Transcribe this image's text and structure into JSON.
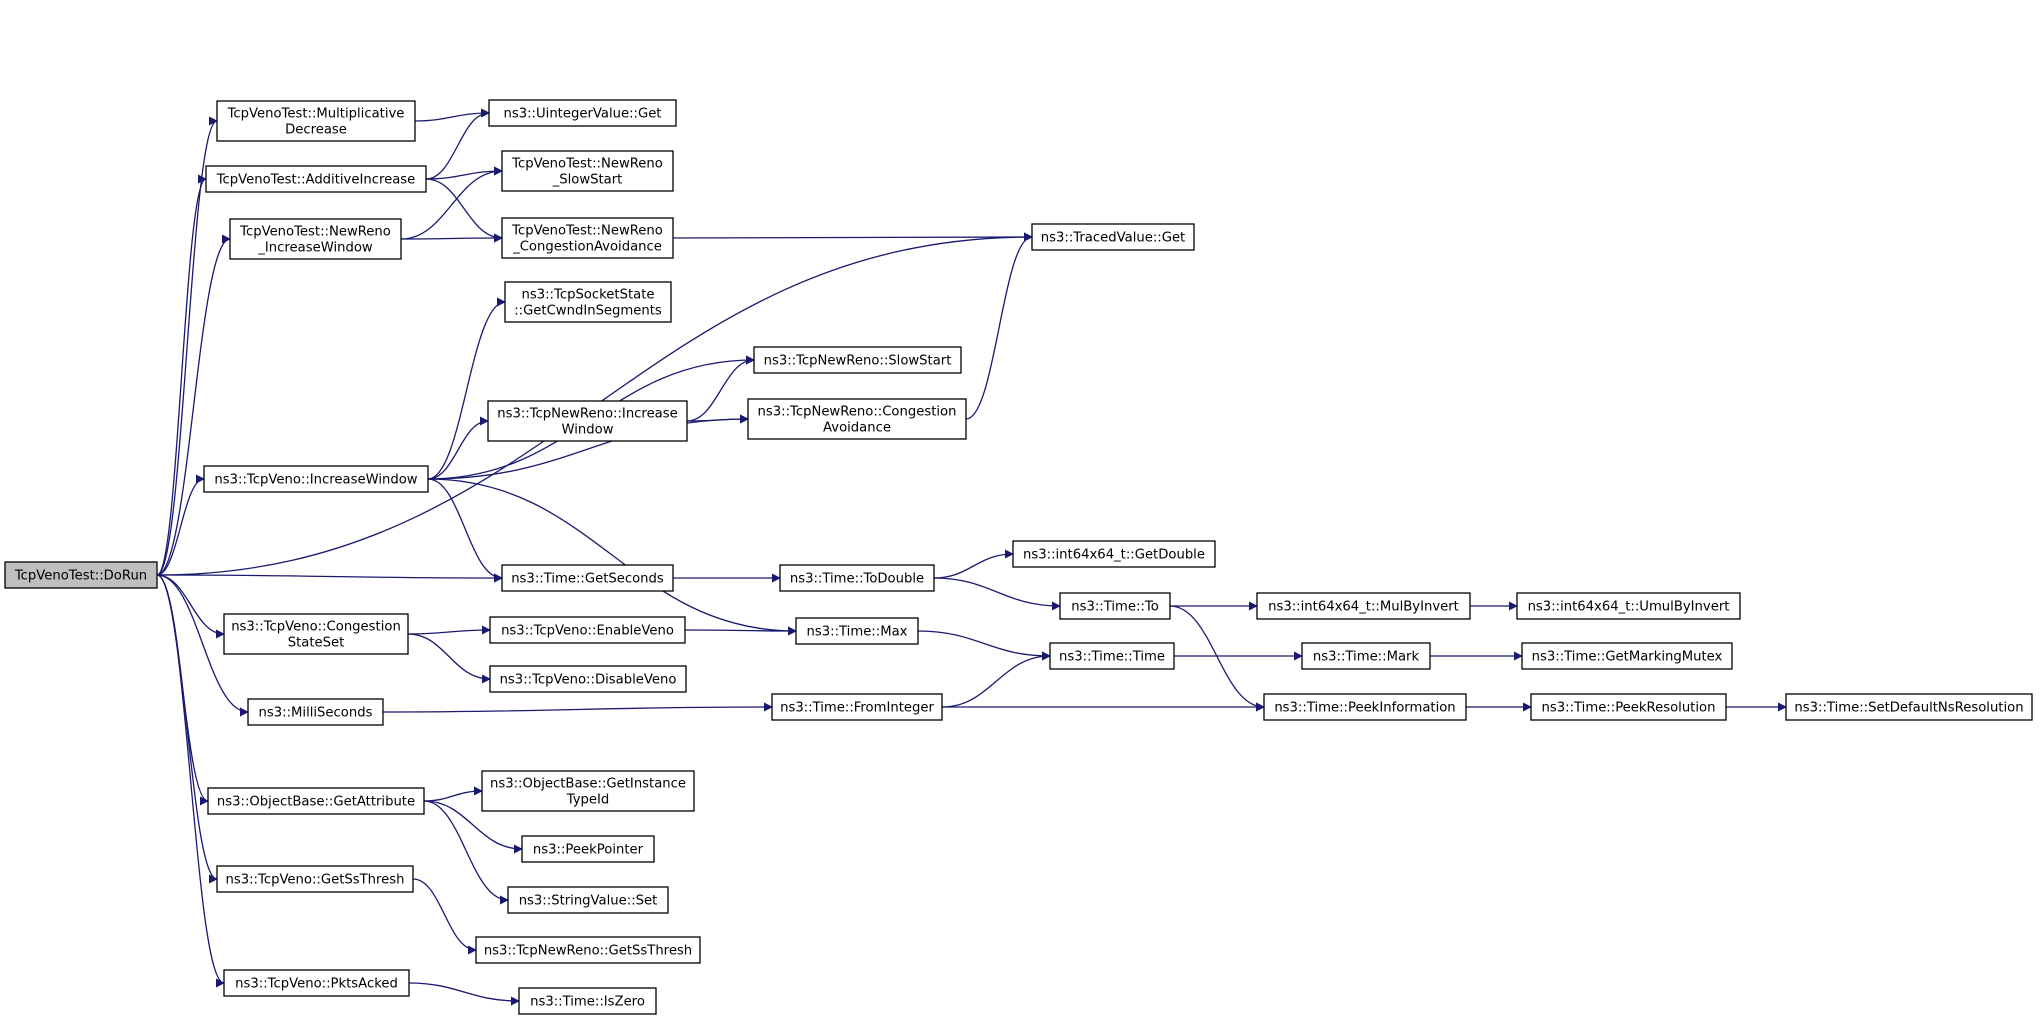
{
  "diagram": {
    "type": "call-graph",
    "edge_color": "#191970",
    "root_fill": "#bfbfbf",
    "nodes": [
      {
        "id": "dorun",
        "lines": [
          "TcpVenoTest::DoRun"
        ],
        "root": true
      },
      {
        "id": "md",
        "lines": [
          "TcpVenoTest::Multiplicative",
          "Decrease"
        ]
      },
      {
        "id": "ai",
        "lines": [
          "TcpVenoTest::AdditiveIncrease"
        ]
      },
      {
        "id": "nriw",
        "lines": [
          "TcpVenoTest::NewReno",
          "_IncreaseWindow"
        ]
      },
      {
        "id": "iw",
        "lines": [
          "ns3::TcpVeno::IncreaseWindow"
        ]
      },
      {
        "id": "css",
        "lines": [
          "ns3::TcpVeno::Congestion",
          "StateSet"
        ]
      },
      {
        "id": "ms",
        "lines": [
          "ns3::MilliSeconds"
        ]
      },
      {
        "id": "ga",
        "lines": [
          "ns3::ObjectBase::GetAttribute"
        ]
      },
      {
        "id": "gss",
        "lines": [
          "ns3::TcpVeno::GetSsThresh"
        ]
      },
      {
        "id": "pa",
        "lines": [
          "ns3::TcpVeno::PktsAcked"
        ]
      },
      {
        "id": "uvg",
        "lines": [
          "ns3::UintegerValue::Get"
        ]
      },
      {
        "id": "nrss",
        "lines": [
          "TcpVenoTest::NewReno",
          "_SlowStart"
        ]
      },
      {
        "id": "nrca",
        "lines": [
          "TcpVenoTest::NewReno",
          "_CongestionAvoidance"
        ]
      },
      {
        "id": "gcis",
        "lines": [
          "ns3::TcpSocketState",
          "::GetCwndInSegments"
        ]
      },
      {
        "id": "tnriw",
        "lines": [
          "ns3::TcpNewReno::Increase",
          "Window"
        ]
      },
      {
        "id": "tgs",
        "lines": [
          "ns3::Time::GetSeconds"
        ]
      },
      {
        "id": "ev",
        "lines": [
          "ns3::TcpVeno::EnableVeno"
        ]
      },
      {
        "id": "dv",
        "lines": [
          "ns3::TcpVeno::DisableVeno"
        ]
      },
      {
        "id": "ogit",
        "lines": [
          "ns3::ObjectBase::GetInstance",
          "TypeId"
        ]
      },
      {
        "id": "pp",
        "lines": [
          "ns3::PeekPointer"
        ]
      },
      {
        "id": "svs",
        "lines": [
          "ns3::StringValue::Set"
        ]
      },
      {
        "id": "tnrgss",
        "lines": [
          "ns3::TcpNewReno::GetSsThresh"
        ]
      },
      {
        "id": "tiz",
        "lines": [
          "ns3::Time::IsZero"
        ]
      },
      {
        "id": "tvg",
        "lines": [
          "ns3::TracedValue::Get"
        ]
      },
      {
        "id": "tnrss",
        "lines": [
          "ns3::TcpNewReno::SlowStart"
        ]
      },
      {
        "id": "tnrca",
        "lines": [
          "ns3::TcpNewReno::Congestion",
          "Avoidance"
        ]
      },
      {
        "id": "ttd",
        "lines": [
          "ns3::Time::ToDouble"
        ]
      },
      {
        "id": "tmax",
        "lines": [
          "ns3::Time::Max"
        ]
      },
      {
        "id": "tfi",
        "lines": [
          "ns3::Time::FromInteger"
        ]
      },
      {
        "id": "gd",
        "lines": [
          "ns3::int64x64_t::GetDouble"
        ]
      },
      {
        "id": "tto",
        "lines": [
          "ns3::Time::To"
        ]
      },
      {
        "id": "ttime",
        "lines": [
          "ns3::Time::Time"
        ]
      },
      {
        "id": "mbi",
        "lines": [
          "ns3::int64x64_t::MulByInvert"
        ]
      },
      {
        "id": "tmark",
        "lines": [
          "ns3::Time::Mark"
        ]
      },
      {
        "id": "tpi",
        "lines": [
          "ns3::Time::PeekInformation"
        ]
      },
      {
        "id": "umbi",
        "lines": [
          "ns3::int64x64_t::UmulByInvert"
        ]
      },
      {
        "id": "gmm",
        "lines": [
          "ns3::Time::GetMarkingMutex"
        ]
      },
      {
        "id": "tpr",
        "lines": [
          "ns3::Time::PeekResolution"
        ]
      },
      {
        "id": "sdnr",
        "lines": [
          "ns3::Time::SetDefaultNsResolution"
        ]
      }
    ],
    "edges": [
      [
        "dorun",
        "md"
      ],
      [
        "dorun",
        "ai"
      ],
      [
        "dorun",
        "nriw"
      ],
      [
        "dorun",
        "iw"
      ],
      [
        "dorun",
        "css"
      ],
      [
        "dorun",
        "ms"
      ],
      [
        "dorun",
        "ga"
      ],
      [
        "dorun",
        "gss"
      ],
      [
        "dorun",
        "pa"
      ],
      [
        "dorun",
        "tvg"
      ],
      [
        "dorun",
        "tgs"
      ],
      [
        "md",
        "uvg"
      ],
      [
        "ai",
        "uvg"
      ],
      [
        "ai",
        "nrss"
      ],
      [
        "ai",
        "nrca"
      ],
      [
        "nriw",
        "nrss"
      ],
      [
        "nriw",
        "nrca"
      ],
      [
        "nrca",
        "tvg"
      ],
      [
        "iw",
        "gcis"
      ],
      [
        "iw",
        "tnrss"
      ],
      [
        "iw",
        "tnriw"
      ],
      [
        "iw",
        "tnrca"
      ],
      [
        "iw",
        "tgs"
      ],
      [
        "iw",
        "tmax"
      ],
      [
        "tnriw",
        "tnrss"
      ],
      [
        "tnriw",
        "tnrca"
      ],
      [
        "tnrca",
        "tvg"
      ],
      [
        "tgs",
        "ttd"
      ],
      [
        "ttd",
        "gd"
      ],
      [
        "ttd",
        "tto"
      ],
      [
        "tto",
        "mbi"
      ],
      [
        "tto",
        "tpi"
      ],
      [
        "mbi",
        "umbi"
      ],
      [
        "css",
        "ev"
      ],
      [
        "css",
        "dv"
      ],
      [
        "ev",
        "tmax"
      ],
      [
        "tmax",
        "ttime"
      ],
      [
        "ms",
        "tfi"
      ],
      [
        "tfi",
        "ttime"
      ],
      [
        "tfi",
        "tpi"
      ],
      [
        "ttime",
        "tmark"
      ],
      [
        "tmark",
        "gmm"
      ],
      [
        "tpi",
        "tpr"
      ],
      [
        "tpr",
        "sdnr"
      ],
      [
        "ga",
        "ogit"
      ],
      [
        "ga",
        "pp"
      ],
      [
        "ga",
        "svs"
      ],
      [
        "gss",
        "tnrgss"
      ],
      [
        "pa",
        "tiz"
      ]
    ]
  }
}
